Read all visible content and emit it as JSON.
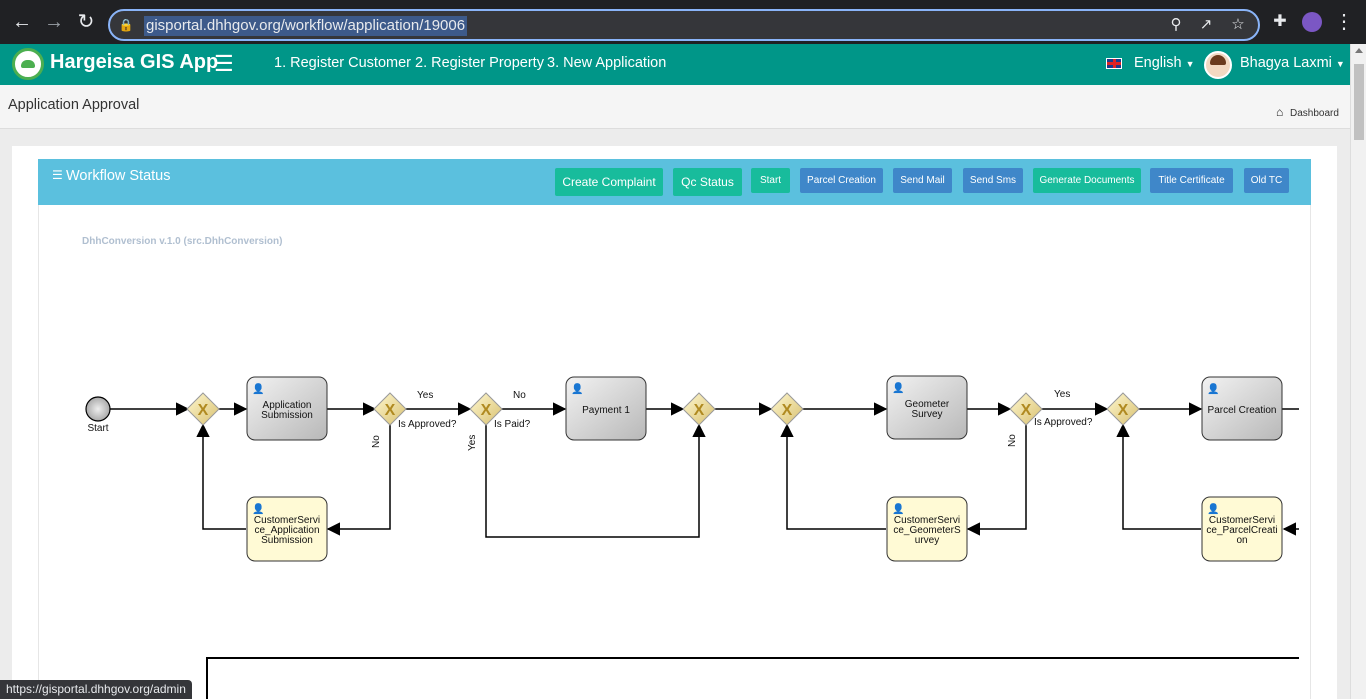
{
  "browser": {
    "url": "gisportal.dhhgov.org/workflow/application/19006",
    "status_url": "https://gisportal.dhhgov.org/admin"
  },
  "app": {
    "name": "Hargeisa GIS App",
    "nav": [
      "1. Register Customer",
      "2. Register Property",
      "3. New Application"
    ],
    "language": "English",
    "user": "Bhagya Laxmi"
  },
  "page": {
    "title": "Application Approval",
    "breadcrumb": "Dashboard"
  },
  "workflow": {
    "title": "Workflow Status",
    "buttons": [
      "Create Complaint",
      "Qc Status",
      "Start",
      "Parcel Creation",
      "Send Mail",
      "Send Sms",
      "Generate Documents",
      "Title Certificate",
      "Old TC"
    ],
    "process_name": "DhhConversion v.1.0 (src.DhhConversion)",
    "nodes": {
      "start": "Start",
      "app_submission": [
        "Application",
        "Submission"
      ],
      "cs_app_submission": [
        "CustomerServi",
        "ce_Application",
        "Submission"
      ],
      "payment": "Payment 1",
      "geometer": [
        "Geometer",
        "Survey"
      ],
      "cs_geometer": [
        "CustomerServi",
        "ce_GeometerS",
        "urvey"
      ],
      "parcel_creation": "Parcel Creation",
      "cs_parcel": [
        "CustomerServi",
        "ce_ParcelCreati",
        "on"
      ]
    },
    "edge_labels": {
      "yes1": "Yes",
      "no1": "No",
      "approved1": "Is Approved?",
      "no_paid": "No",
      "is_paid": "Is Paid?",
      "yes_paid": "Yes",
      "yes2": "Yes",
      "approved2": "Is Approved?",
      "no2": "No"
    }
  }
}
